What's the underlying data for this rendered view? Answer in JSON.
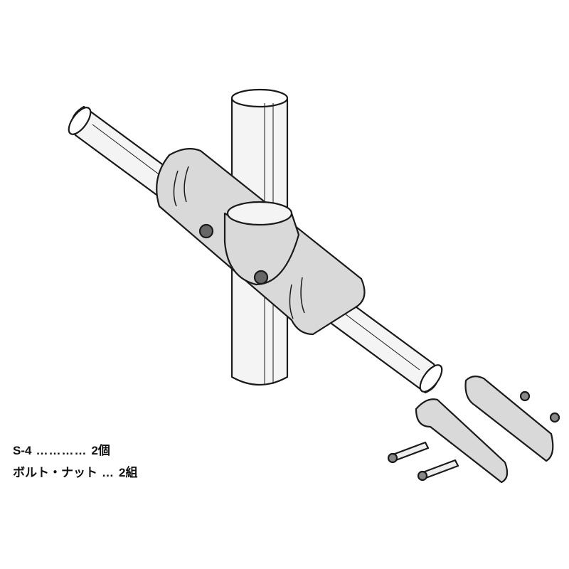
{
  "diagram": {
    "subject": "pipe cross joint assembly",
    "colors": {
      "stroke": "#1a1a1a",
      "metal": "#d9d9d9",
      "pipe": "#f4f4f4",
      "background": "#ffffff"
    }
  },
  "parts_list": [
    {
      "name": "S-4",
      "dots": "…………",
      "qty": "2個"
    },
    {
      "name": "ボルト・ナット",
      "dots": "…",
      "qty": "2組"
    }
  ]
}
